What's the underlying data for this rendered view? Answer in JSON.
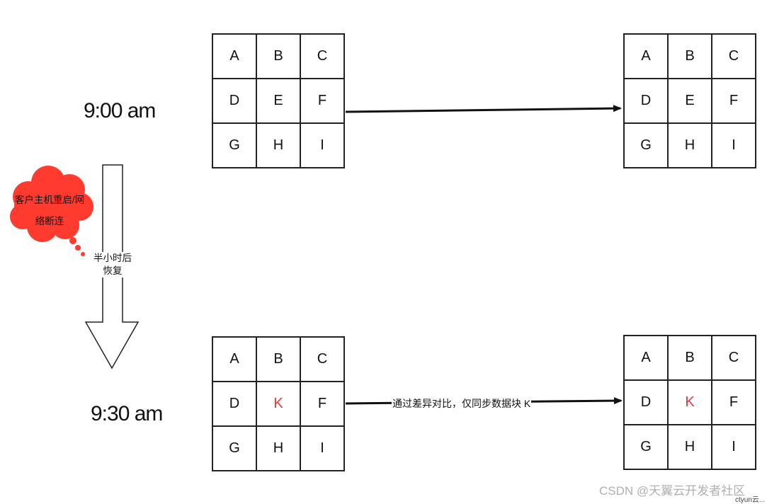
{
  "times": {
    "t1": "9:00 am",
    "t2": "9:30 am"
  },
  "cloud": {
    "line1": "客户主机重启/网",
    "line2": "络断连"
  },
  "down_arrow": {
    "line1": "半小时后",
    "line2": "恢复"
  },
  "edge_label": "通过差异对比，仅同步数据块 K",
  "grids": {
    "source_900": [
      "A",
      "B",
      "C",
      "D",
      "E",
      "F",
      "G",
      "H",
      "I"
    ],
    "target_900": [
      "A",
      "B",
      "C",
      "D",
      "E",
      "F",
      "G",
      "H",
      "I"
    ],
    "source_930": [
      "A",
      "B",
      "C",
      "D",
      "K",
      "F",
      "G",
      "H",
      "I"
    ],
    "target_930": [
      "A",
      "B",
      "C",
      "D",
      "K",
      "F",
      "G",
      "H",
      "I"
    ]
  },
  "colors": {
    "changed_block": "#e0393e",
    "cloud_fill": "#ff3b30"
  },
  "watermark": {
    "main": "CSDN @天翼云开发者社区",
    "small": "ctyun云..."
  }
}
